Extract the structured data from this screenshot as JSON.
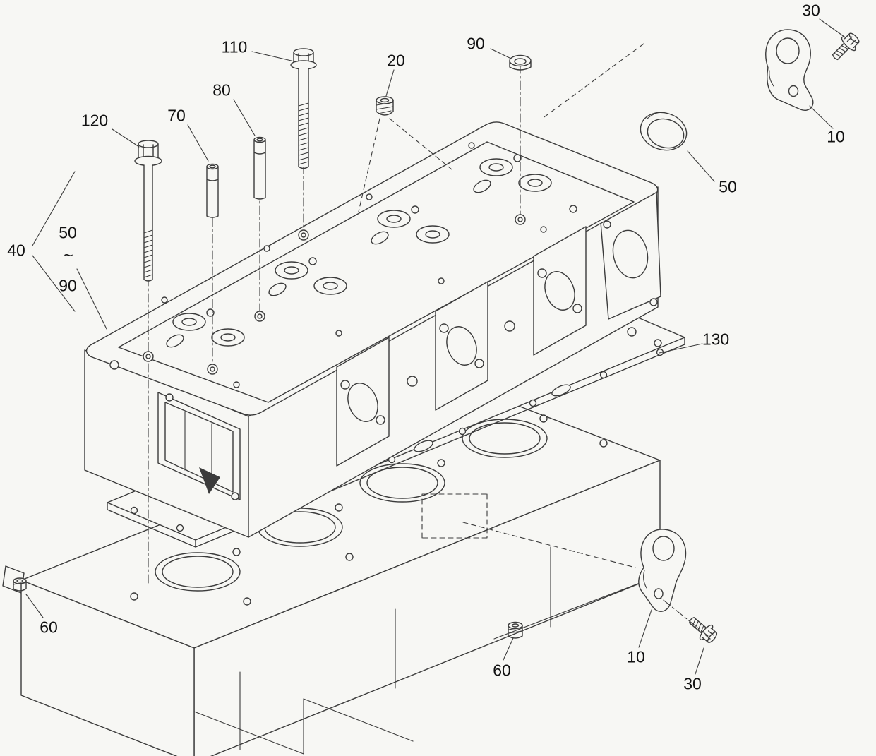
{
  "diagram": {
    "type": "exploded-parts-diagram",
    "subject": "cylinder-head-assembly",
    "background": "#f7f7f4",
    "line_color": "#3b3b3b",
    "label_color": "#111111",
    "parts_shown": [
      "10",
      "20",
      "30",
      "40",
      "50",
      "60",
      "70",
      "80",
      "90",
      "110",
      "120",
      "130"
    ],
    "callouts": [
      {
        "id": "callout-110",
        "label": "110"
      },
      {
        "id": "callout-20",
        "label": "20"
      },
      {
        "id": "callout-90-top",
        "label": "90"
      },
      {
        "id": "callout-30-top",
        "label": "30"
      },
      {
        "id": "callout-10-top",
        "label": "10"
      },
      {
        "id": "callout-80",
        "label": "80"
      },
      {
        "id": "callout-70",
        "label": "70"
      },
      {
        "id": "callout-120",
        "label": "120"
      },
      {
        "id": "callout-50-right",
        "label": "50"
      },
      {
        "id": "callout-40",
        "label": "40"
      },
      {
        "id": "callout-50-range",
        "label": "50"
      },
      {
        "id": "callout-range-tilde",
        "label": "~"
      },
      {
        "id": "callout-90-range",
        "label": "90"
      },
      {
        "id": "callout-130",
        "label": "130"
      },
      {
        "id": "callout-60-left",
        "label": "60"
      },
      {
        "id": "callout-60-mid",
        "label": "60"
      },
      {
        "id": "callout-10-bottom",
        "label": "10"
      },
      {
        "id": "callout-30-bottom",
        "label": "30"
      }
    ]
  }
}
